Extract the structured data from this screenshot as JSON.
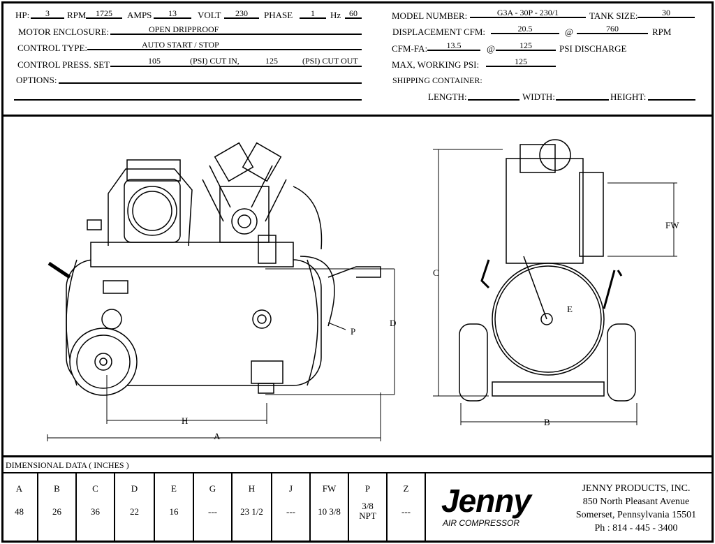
{
  "specs_left": {
    "hp_label": "HP:",
    "hp": "3",
    "rpm_label": "RPM",
    "rpm": "1725",
    "amps_label": "AMPS",
    "amps": "13",
    "volt_label": "VOLT",
    "volt": "230",
    "phase_label": "PHASE",
    "phase": "1",
    "hz_label": "Hz",
    "hz": "60",
    "motor_enclosure_label": "MOTOR ENCLOSURE:",
    "motor_enclosure": "OPEN DRIPPROOF",
    "control_type_label": "CONTROL TYPE:",
    "control_type": "AUTO START / STOP",
    "control_press_label": "CONTROL PRESS. SET",
    "cut_in": "105",
    "cut_in_label": "(PSI) CUT IN,",
    "cut_out": "125",
    "cut_out_label": "(PSI) CUT OUT",
    "options_label": "OPTIONS:"
  },
  "specs_right": {
    "model_label": "MODEL NUMBER:",
    "model": "G3A - 30P - 230/1",
    "tank_label": "TANK SIZE:",
    "tank": "30",
    "displacement_label": "DISPLACEMENT CFM:",
    "displacement": "20.5",
    "at1": "@",
    "displacement_rpm": "760",
    "rpm_label": "RPM",
    "cfm_fa_label": "CFM-FA:",
    "cfm_fa": "13.5",
    "at2": "@",
    "cfm_fa_psi": "125",
    "psi_discharge_label": "PSI DISCHARGE",
    "max_psi_label": "MAX, WORKING PSI:",
    "max_psi": "125",
    "shipping_label": "SHIPPING CONTAINER:",
    "length_label": "LENGTH:",
    "width_label": "WIDTH:",
    "height_label": "HEIGHT:"
  },
  "drawing": {
    "labels": {
      "A": "A",
      "B": "B",
      "C": "C",
      "D": "D",
      "E": "E",
      "FW": "FW",
      "H": "H",
      "P": "P"
    }
  },
  "dimensions": {
    "title": "DIMENSIONAL DATA ( INCHES )",
    "columns": [
      {
        "key": "A",
        "value": "48"
      },
      {
        "key": "B",
        "value": "26"
      },
      {
        "key": "C",
        "value": "36"
      },
      {
        "key": "D",
        "value": "22"
      },
      {
        "key": "E",
        "value": "16"
      },
      {
        "key": "G",
        "value": "---"
      },
      {
        "key": "H",
        "value": "23 1/2"
      },
      {
        "key": "J",
        "value": "---"
      },
      {
        "key": "FW",
        "value": "10 3/8"
      },
      {
        "key": "P",
        "value": "3/8 NPT"
      },
      {
        "key": "Z",
        "value": "---"
      }
    ]
  },
  "brand": {
    "logo": "Jenny",
    "tagline": "AIR COMPRESSOR",
    "company": "JENNY PRODUCTS, INC.",
    "address1": "850 North Pleasant Avenue",
    "address2": "Somerset, Pennsylvania 15501",
    "phone": "Ph : 814 - 445 - 3400"
  }
}
